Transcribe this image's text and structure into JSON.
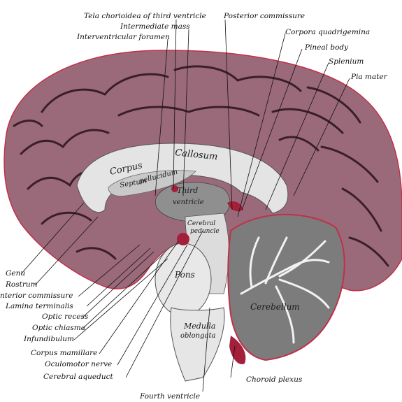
{
  "colors": {
    "cortex": "#9b6a7a",
    "cortex_dark": "#5e3a47",
    "sulcus": "#3a1f2a",
    "pia": "#c0304a",
    "white_matter": "#e4e4e4",
    "gray_nuclei": "#8f8f8f",
    "cerebellum": "#7c7c7c"
  },
  "labels": {
    "tela_choroidea": "Tela chorioidea of third ventricle",
    "intermediate_mass": "Intermediate mass",
    "interventricular_foramen": "Interventricular foramen",
    "posterior_commissure": "Posterior commissure",
    "corpora_quadrigemina": "Corpora quadrigemina",
    "pineal_body": "Pineal body",
    "splenium": "Splenium",
    "pia_mater": "Pia mater",
    "genu": "Genu",
    "rostrum": "Rostrum",
    "anterior_commissure": "nterior commissure",
    "lamina_terminalis": "Lamina terminalis",
    "optic_recess": "Optic recess",
    "optic_chiasma": "Optic chiasma",
    "infundibulum": "Infundibulum",
    "corpus_mamillare": "Corpus mamillare",
    "oculomotor_nerve": "Oculomotor nerve",
    "cerebral_aqueduct": "Cerebral aqueduct",
    "fourth_ventricle": "Fourth ventricle",
    "choroid_plexus": "Choroid plexus"
  },
  "inner_labels": {
    "corpus": "Corpus",
    "callosum": "Callosum",
    "septum": "Septum",
    "pellucidum": "pellucidum",
    "third": "Third",
    "ventricle": "ventricle",
    "cerebral": "Cerebral",
    "peduncle": "peduncle",
    "pons": "Pons",
    "medulla": "Medulla",
    "oblongata": "oblongata",
    "cerebellum": "Cerebellum"
  }
}
